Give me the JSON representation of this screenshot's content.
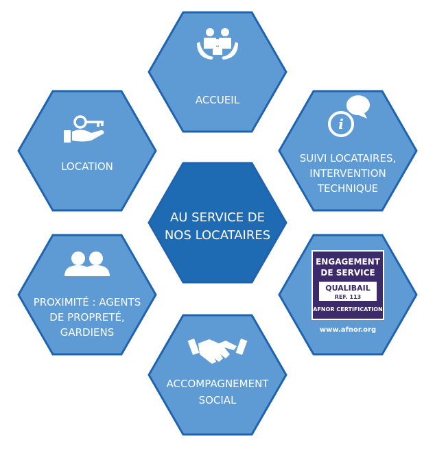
{
  "colors": {
    "hex_fill": "#5E9BD5",
    "hex_center_fill": "#1E6BB3",
    "hex_stroke": "#1F63AE",
    "badge_bg": "#3C2A6B",
    "label_text": "#FFFFFF"
  },
  "center": {
    "label_lines": [
      "AU SERVICE DE",
      "NOS LOCATAIRES"
    ]
  },
  "hexagons": {
    "accueil": {
      "label_lines": [
        "ACCUEIL"
      ],
      "icon": "family-hands-icon"
    },
    "location": {
      "label_lines": [
        "LOCATION"
      ],
      "icon": "key-hand-icon"
    },
    "suivi": {
      "label_lines": [
        "SUIVI LOCATAIRES,",
        "INTERVENTION",
        "TECHNIQUE"
      ],
      "icon": "info-speech-bubble-icon"
    },
    "proximite": {
      "label_lines": [
        "PROXIMITÉ : AGENTS",
        "DE PROPRETÉ,",
        "GARDIENS"
      ],
      "icon": "two-people-icon"
    },
    "engagement": {
      "badge": {
        "line1": "ENGAGEMENT",
        "line2": "DE SERVICE",
        "qualibail": "QUALIBAIL",
        "ref": "REF. 113",
        "afnor": "AFNOR CERTIFICATION"
      },
      "url": "www.afnor.org"
    },
    "accompagnement": {
      "label_lines": [
        "ACCOMPAGNEMENT",
        "SOCIAL"
      ],
      "icon": "handshake-icon"
    }
  }
}
